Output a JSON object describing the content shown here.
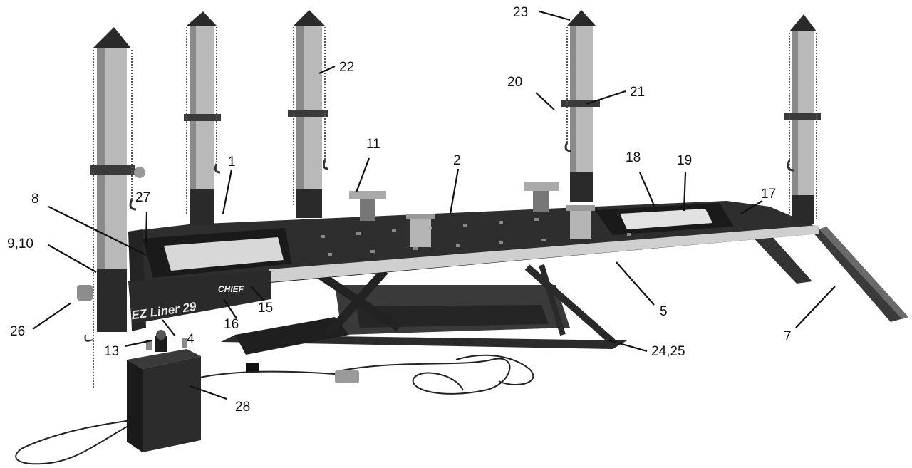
{
  "branding": {
    "model": "EZ Liner 29",
    "maker": "CHIEF"
  },
  "colors": {
    "frame": "#2e2e2e",
    "frame_dark": "#1c1c1c",
    "tower": "#b9b9b9",
    "tower_shade": "#8a8a8a",
    "tower_base": "#2a2a2a",
    "chain": "#555555",
    "leader": "#111111",
    "rail": "#cfcfcf",
    "label": "#111111"
  },
  "callouts": [
    {
      "id": "c1",
      "text": "1"
    },
    {
      "id": "c2",
      "text": "2"
    },
    {
      "id": "c4",
      "text": "4"
    },
    {
      "id": "c5",
      "text": "5"
    },
    {
      "id": "c7",
      "text": "7"
    },
    {
      "id": "c8",
      "text": "8"
    },
    {
      "id": "c910",
      "text": "9,10"
    },
    {
      "id": "c11",
      "text": "11"
    },
    {
      "id": "c13",
      "text": "13"
    },
    {
      "id": "c15",
      "text": "15"
    },
    {
      "id": "c16",
      "text": "16"
    },
    {
      "id": "c17",
      "text": "17"
    },
    {
      "id": "c18",
      "text": "18"
    },
    {
      "id": "c19",
      "text": "19"
    },
    {
      "id": "c20",
      "text": "20"
    },
    {
      "id": "c21",
      "text": "21"
    },
    {
      "id": "c22",
      "text": "22"
    },
    {
      "id": "c23",
      "text": "23"
    },
    {
      "id": "c2425",
      "text": "24,25"
    },
    {
      "id": "c26",
      "text": "26"
    },
    {
      "id": "c27",
      "text": "27"
    },
    {
      "id": "c28",
      "text": "28"
    }
  ]
}
